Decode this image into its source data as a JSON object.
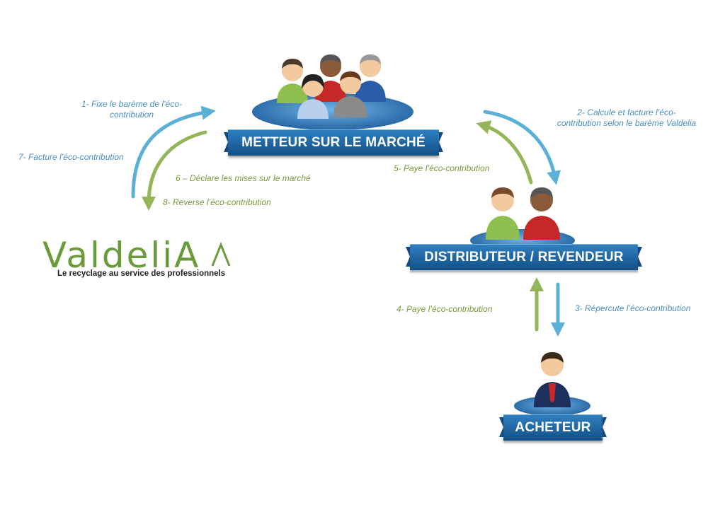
{
  "nodes": {
    "metteur": "METTEUR SUR LE MARCHÉ",
    "distributeur": "DISTRIBUTEUR / REVENDEUR",
    "acheteur": "ACHETEUR"
  },
  "steps": {
    "s1": "1- Fixe le barème de l’éco-contribution",
    "s1_line1": "1- Fixe le barème de l’éco-",
    "s1_line2": "contribution",
    "s2_line1": "2- Calcule et facture l’éco-",
    "s2_line2": "contribution selon le barème Valdelia",
    "s3": "3- Répercute l’éco-contribution",
    "s4": "4- Paye l’éco-contribution",
    "s5": "5- Paye l’éco-contribution",
    "s6": "6 – Déclare les mises sur le marché",
    "s7": "7- Facture l’éco-contribution",
    "s8": "8- Reverse l’éco-contribution"
  },
  "logo": {
    "name": "ValdeliA",
    "tagline": "Le recyclage au service des professionnels"
  },
  "colors": {
    "blue_arrow": "#5bb0d6",
    "green_arrow": "#92b658",
    "ribbon": "#1b5e9c",
    "label_blue": "#4a8fc2",
    "label_green": "#7a9a3a",
    "logo_green": "#6a9b3b"
  }
}
